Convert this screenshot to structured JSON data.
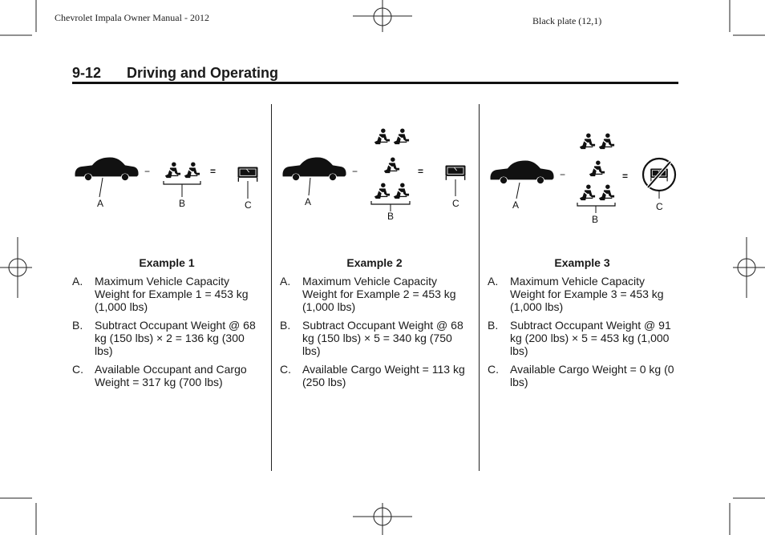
{
  "header": {
    "manual_title": "Chevrolet Impala Owner Manual - 2012",
    "plate": "Black plate (12,1)",
    "page_number": "9-12",
    "section": "Driving and Operating"
  },
  "diagram_labels": {
    "a": "A",
    "b": "B",
    "c": "C",
    "minus": "−",
    "equals": "="
  },
  "examples": [
    {
      "title": "Example 1",
      "items": [
        {
          "letter": "A.",
          "text": "Maximum Vehicle Capacity Weight for Example 1 = 453 kg (1,000 lbs)"
        },
        {
          "letter": "B.",
          "text": "Subtract Occupant Weight @ 68 kg (150 lbs) × 2 = 136 kg (300 lbs)"
        },
        {
          "letter": "C.",
          "text": "Available Occupant and Cargo Weight = 317 kg (700 lbs)"
        }
      ]
    },
    {
      "title": "Example 2",
      "items": [
        {
          "letter": "A.",
          "text": "Maximum Vehicle Capacity Weight for Example 2 = 453 kg (1,000 lbs)"
        },
        {
          "letter": "B.",
          "text": "Subtract Occupant Weight @ 68 kg (150 lbs) × 5 = 340 kg (750 lbs)"
        },
        {
          "letter": "C.",
          "text": "Available Cargo Weight = 113 kg (250 lbs)"
        }
      ]
    },
    {
      "title": "Example 3",
      "items": [
        {
          "letter": "A.",
          "text": "Maximum Vehicle Capacity Weight for Example 3 = 453 kg (1,000 lbs)"
        },
        {
          "letter": "B.",
          "text": "Subtract Occupant Weight @ 91 kg (200 lbs) × 5 = 453 kg (1,000 lbs)"
        },
        {
          "letter": "C.",
          "text": "Available Cargo Weight = 0 kg (0 lbs)"
        }
      ]
    }
  ],
  "icons": {
    "car": "car-silhouette-icon",
    "person": "seated-occupant-icon",
    "cargo": "luggage-icon",
    "no_cargo": "no-cargo-icon"
  }
}
